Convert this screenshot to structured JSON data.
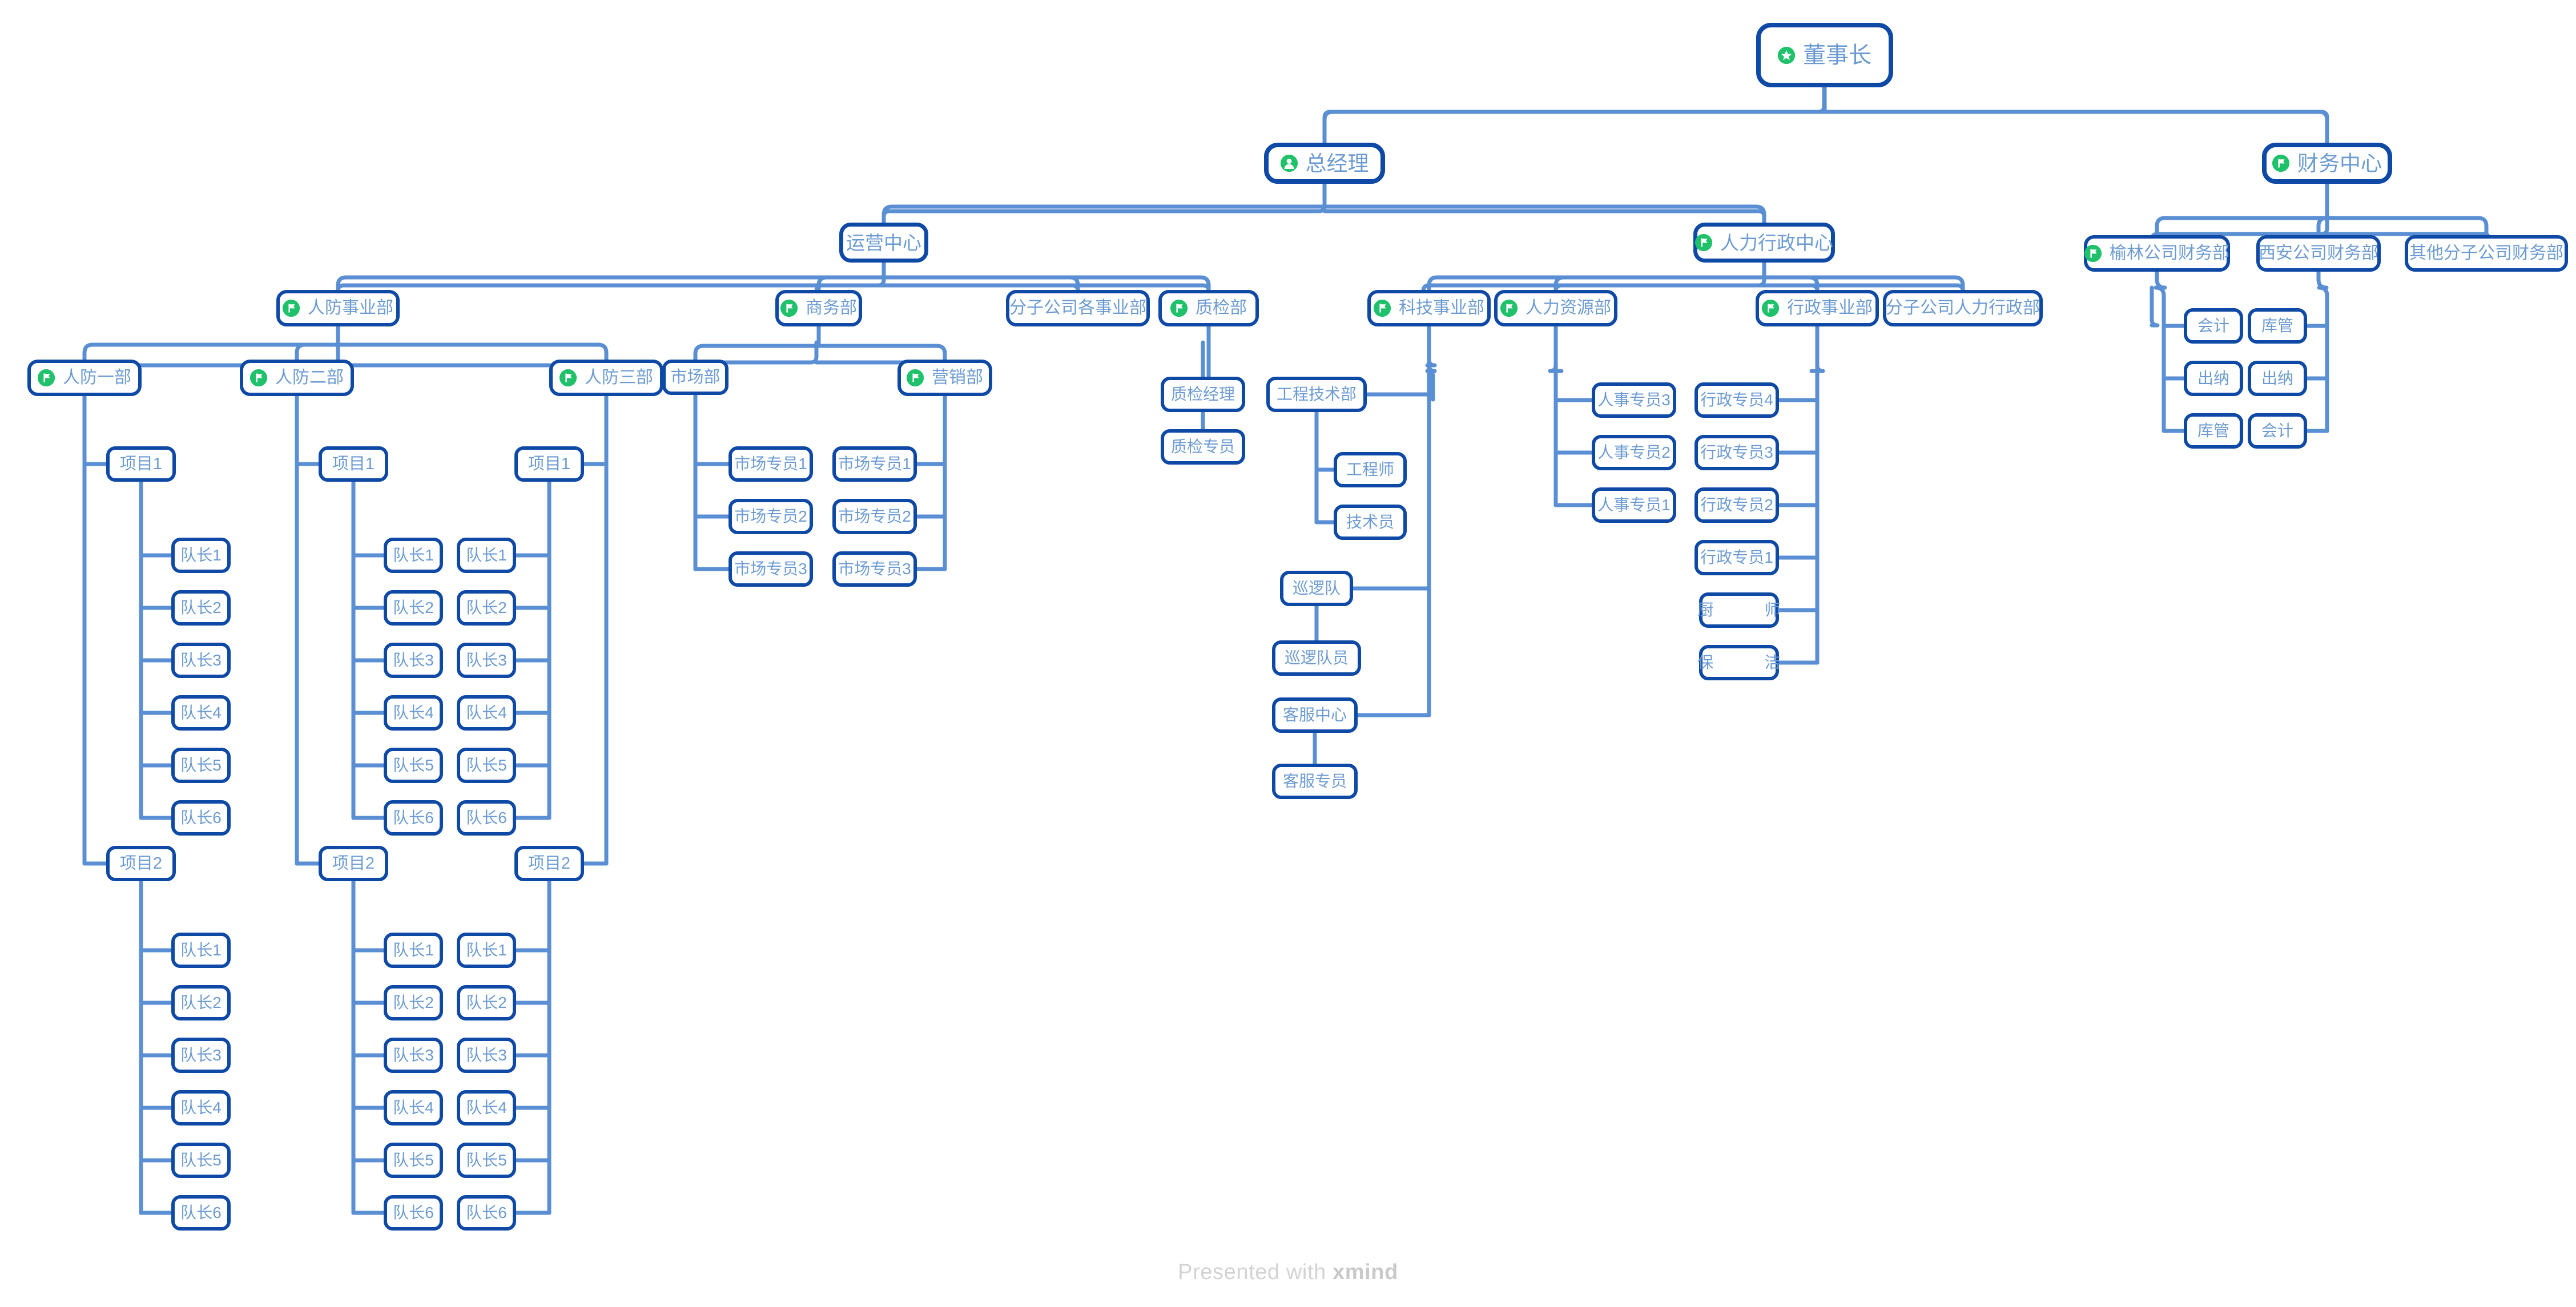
{
  "meta": {
    "watermark_prefix": "Presented with",
    "watermark_brand": "xmind",
    "colors": {
      "node_border": "#0f49a6",
      "node_text": "#6c9bd2",
      "connector": "#5b8fd4",
      "icon_green": "#1fc16b",
      "background": "#ffffff",
      "watermark": "#d3d3d3"
    }
  },
  "nodes": {
    "chairman": "董事长",
    "general_manager": "总经理",
    "finance_center": "财务中心",
    "ops_center": "运营中心",
    "hr_admin_center": "人力行政中心",
    "civil_defense_div": "人防事业部",
    "business_dept": "商务部",
    "subsidiary_divisions": "分子公司各事业部",
    "qc_dept": "质检部",
    "tech_div": "科技事业部",
    "hr_dept": "人力资源部",
    "admin_div": "行政事业部",
    "subsidiary_hr_admin": "分子公司人力行政部",
    "yulin_finance": "榆林公司财务部",
    "xian_finance": "西安公司财务部",
    "other_sub_finance": "其他分子公司财务部",
    "cd_one": "人防一部",
    "cd_two": "人防二部",
    "cd_three": "人防三部",
    "market_dept": "市场部",
    "marketing_dept": "营销部",
    "project1": "项目1",
    "project2": "项目2",
    "team_leader1": "队长1",
    "team_leader2": "队长2",
    "team_leader3": "队长3",
    "team_leader4": "队长4",
    "team_leader5": "队长5",
    "team_leader6": "队长6",
    "market_specialist1": "市场专员1",
    "market_specialist2": "市场专员2",
    "market_specialist3": "市场专员3",
    "qc_manager": "质检经理",
    "qc_specialist": "质检专员",
    "eng_tech_dept": "工程技术部",
    "engineer": "工程师",
    "technician": "技术员",
    "patrol_team": "巡逻队",
    "patrol_member": "巡逻队员",
    "service_center": "客服中心",
    "service_specialist": "客服专员",
    "hr_specialist1": "人事专员1",
    "hr_specialist2": "人事专员2",
    "hr_specialist3": "人事专员3",
    "admin_specialist1": "行政专员1",
    "admin_specialist2": "行政专员2",
    "admin_specialist3": "行政专员3",
    "admin_specialist4": "行政专员4",
    "chef": "厨　师",
    "cleaner": "保　洁",
    "accountant": "会计",
    "cashier": "出纳",
    "warehouse": "库管"
  }
}
